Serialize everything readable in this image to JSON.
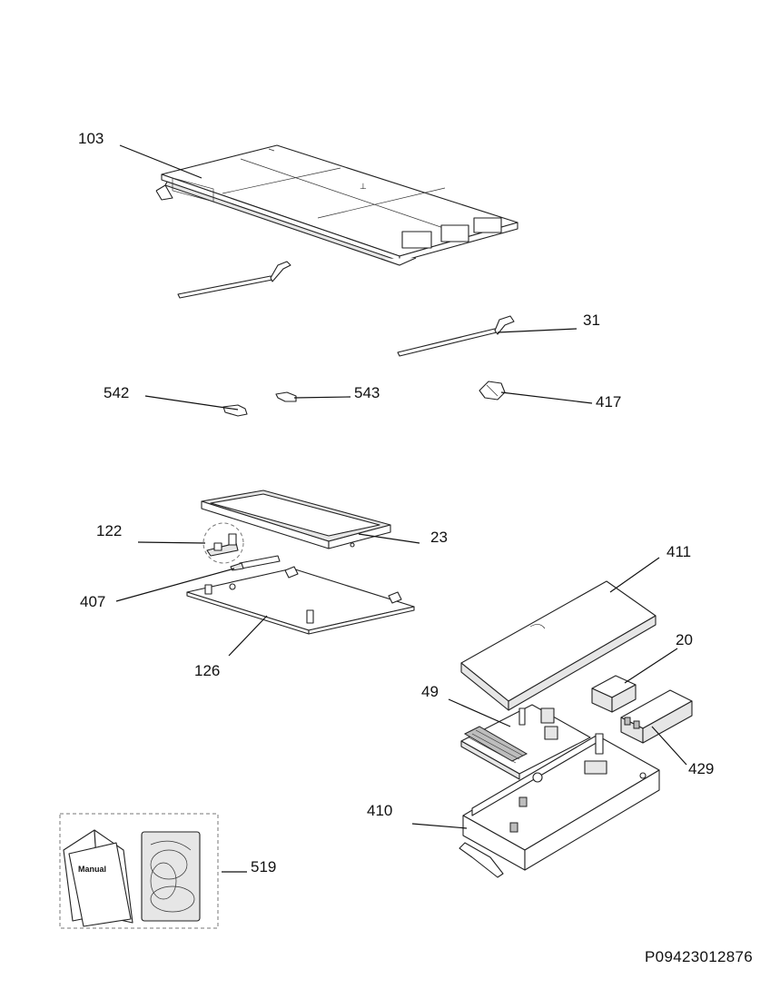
{
  "callouts": {
    "p103": "103",
    "p31": "31",
    "p542": "542",
    "p543": "543",
    "p417": "417",
    "p122": "122",
    "p23": "23",
    "p407": "407",
    "p126": "126",
    "p411": "411",
    "p20": "20",
    "p49": "49",
    "p429": "429",
    "p410": "410",
    "p519": "519"
  },
  "manual_label": "Manual",
  "doc_reference": "P09423012876"
}
